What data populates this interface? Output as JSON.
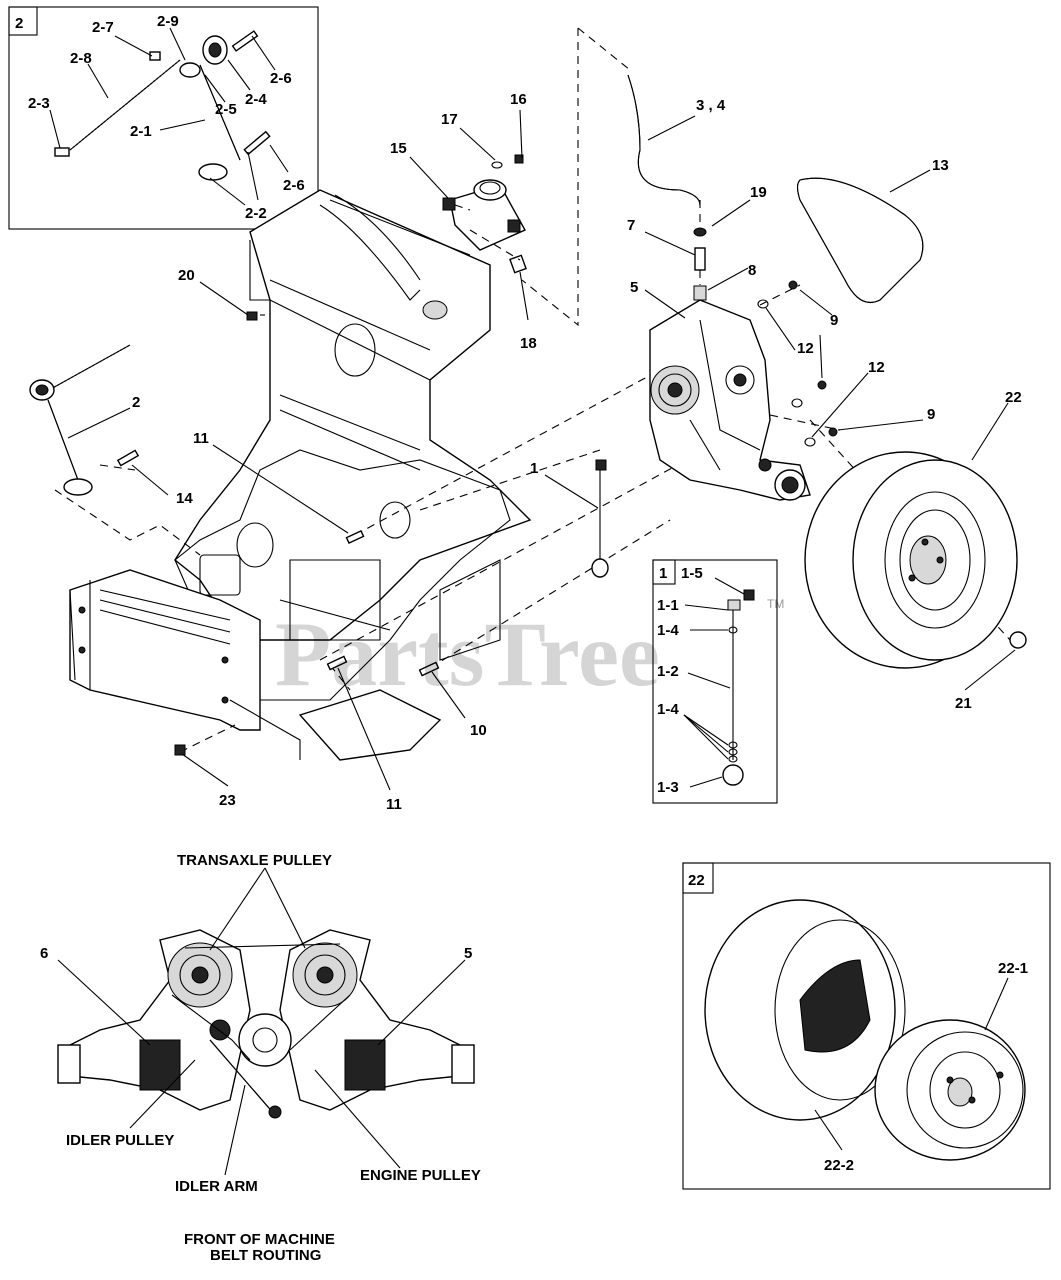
{
  "watermark": "PartsTree",
  "trademark": "TM",
  "callouts": {
    "c_2_7": "2-7",
    "c_2_9": "2-9",
    "c_2_8": "2-8",
    "c_2_6a": "2-6",
    "c_2_4": "2-4",
    "c_2_5": "2-5",
    "c_2_3": "2-3",
    "c_2_1": "2-1",
    "c_2_6b": "2-6",
    "c_2_2": "2-2",
    "c_16": "16",
    "c_17": "17",
    "c_15": "15",
    "c_3_4": "3 , 4",
    "c_19": "19",
    "c_13": "13",
    "c_7": "7",
    "c_8": "8",
    "c_5": "5",
    "c_9a": "9",
    "c_12a": "12",
    "c_12b": "12",
    "c_9b": "9",
    "c_22": "22",
    "c_20": "20",
    "c_18": "18",
    "c_2": "2",
    "c_14": "14",
    "c_11a": "11",
    "c_1": "1",
    "c_21": "21",
    "c_10": "10",
    "c_11b": "11",
    "c_23": "23",
    "c_1_5": "1-5",
    "c_1_1": "1-1",
    "c_1_4a": "1-4",
    "c_1_2": "1-2",
    "c_1_4b": "1-4",
    "c_1_3": "1-3",
    "c_22_1": "22-1",
    "c_22_2": "22-2",
    "c_6": "6",
    "c_5b": "5"
  },
  "boxes": {
    "detail_2": "2",
    "detail_1": "1",
    "detail_22": "22"
  },
  "belt_routing": {
    "transaxle_pulley": "TRANSAXLE PULLEY",
    "idler_pulley": "IDLER PULLEY",
    "idler_arm": "IDLER ARM",
    "engine_pulley": "ENGINE PULLEY",
    "caption_line1": "FRONT OF MACHINE",
    "caption_line2": "BELT ROUTING"
  }
}
